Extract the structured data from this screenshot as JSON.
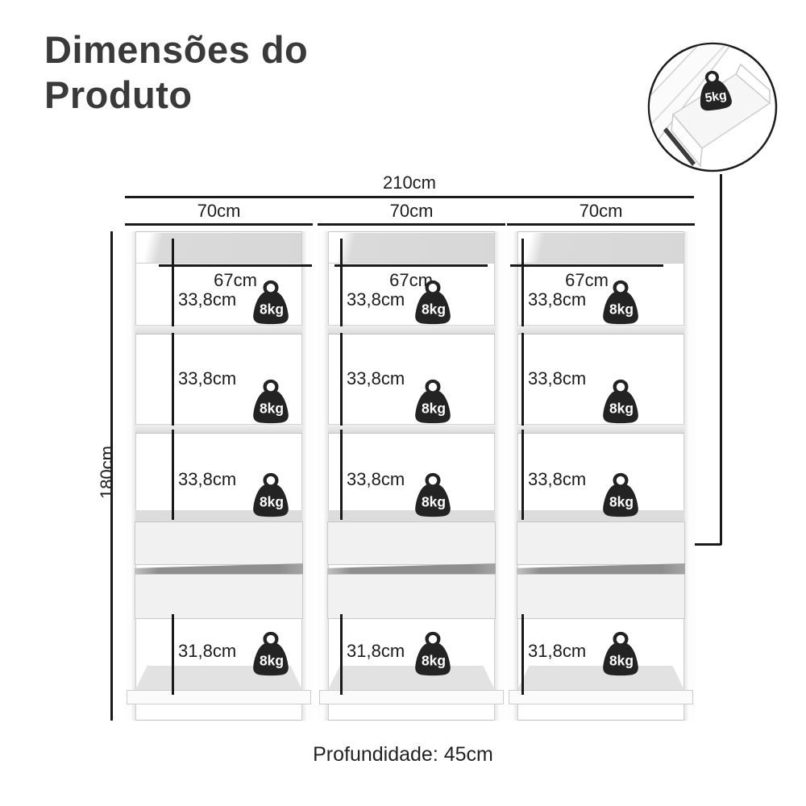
{
  "page": {
    "title": "Dimensões do Produto",
    "depth_note": "Profundidade: 45cm"
  },
  "dimensions": {
    "total_width": "210cm",
    "height": "180cm"
  },
  "inset": {
    "drawer_capacity": "5kg"
  },
  "units": [
    {
      "width": "70cm",
      "inner_width": "67cm",
      "sections": [
        {
          "height": "33,8cm",
          "capacity": "8kg"
        },
        {
          "height": "33,8cm",
          "capacity": "8kg"
        },
        {
          "height": "33,8cm",
          "capacity": "8kg"
        }
      ],
      "bottom": {
        "height": "31,8cm",
        "capacity": "8kg"
      }
    },
    {
      "width": "70cm",
      "inner_width": "67cm",
      "sections": [
        {
          "height": "33,8cm",
          "capacity": "8kg"
        },
        {
          "height": "33,8cm",
          "capacity": "8kg"
        },
        {
          "height": "33,8cm",
          "capacity": "8kg"
        }
      ],
      "bottom": {
        "height": "31,8cm",
        "capacity": "8kg"
      }
    },
    {
      "width": "70cm",
      "inner_width": "67cm",
      "sections": [
        {
          "height": "33,8cm",
          "capacity": "8kg"
        },
        {
          "height": "33,8cm",
          "capacity": "8kg"
        },
        {
          "height": "33,8cm",
          "capacity": "8kg"
        }
      ],
      "bottom": {
        "height": "31,8cm",
        "capacity": "8kg"
      }
    }
  ],
  "colors": {
    "title": "#3a3a3a",
    "dimension_line": "#1a1a1a",
    "weight_icon": "#232323",
    "furniture_border": "#c2c2c2",
    "shelf_fill": "#dcdcdc",
    "drawer_gap": "#8e8e8e"
  }
}
